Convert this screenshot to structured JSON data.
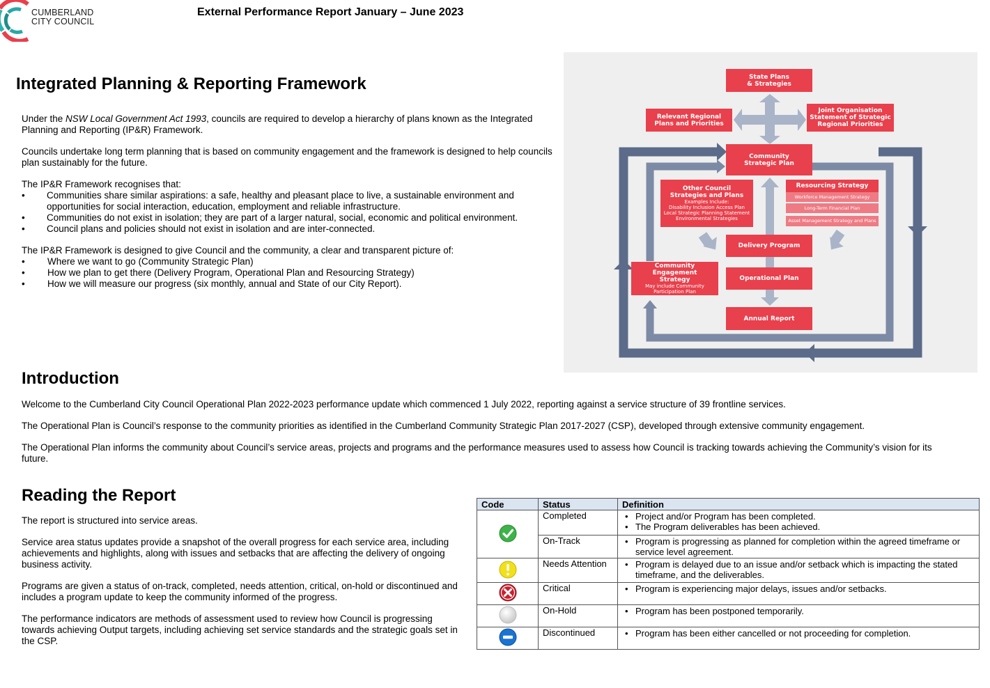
{
  "header": {
    "logo_line1": "CUMBERLAND",
    "logo_line2": "CITY COUNCIL",
    "report_title": "External Performance Report January – June 2023"
  },
  "framework": {
    "heading": "Integrated Planning & Reporting Framework",
    "p1_pre": "Under the ",
    "p1_italic": "NSW Local Government Act 1993",
    "p1_post": ", councils are required to develop a hierarchy of plans known as the Integrated Planning and Reporting (IP&R) Framework.",
    "p2": "Councils undertake long term planning that is based on community engagement and the framework is designed to help councils plan sustainably for the future.",
    "p3": "The IP&R Framework recognises that:",
    "recognises": [
      "Communities share similar aspirations: a safe, healthy and pleasant place to live, a sustainable environment and opportunities for social interaction, education, employment and reliable infrastructure.",
      "Communities do not exist in isolation; they are part of a larger natural, social, economic and political environment.",
      "Council plans and policies should not exist in isolation and are inter-connected."
    ],
    "p4": "The IP&R Framework is designed to give Council and the community, a clear and transparent  picture of:",
    "picture": [
      "Where we want to go (Community Strategic Plan)",
      "How we plan to get there (Delivery Program, Operational Plan and Resourcing Strategy)",
      "How we will measure our progress (six monthly, annual and State of our City Report)."
    ]
  },
  "diagram": {
    "colors": {
      "box": "#e8404c",
      "box_light": "#ee7b84",
      "arrow_dark": "#5b6b89",
      "arrow_light": "#a9b4c8",
      "bg": "#efefef"
    },
    "state_plans": "State Plans\n& Strategies",
    "regional_plans": "Relevant Regional\nPlans and Priorities",
    "joint_org": "Joint Organisation\nStatement of Strategic\nRegional Priorities",
    "csp": "Community\nStrategic Plan",
    "other_title": "Other Council\nStrategies and Plans",
    "other_sub": "Examples Include:\nDisability Inclusion Access Plan\nLocal Strategic Planning Statement\nEnvironmental Strategies",
    "resourcing_title": "Resourcing Strategy",
    "resourcing_items": [
      "Workforce Management Strategy",
      "Long-Term Financial Plan",
      "Asset Management Strategy and Plans"
    ],
    "delivery": "Delivery Program",
    "ces_title": "Community Engagement\nStrategy",
    "ces_sub": "May include Community\nParticipation Plan",
    "operational": "Operational Plan",
    "annual": "Annual Report"
  },
  "introduction": {
    "heading": "Introduction",
    "p1": "Welcome to the Cumberland City Council Operational Plan 2022-2023 performance update which commenced 1 July 2022, reporting against a service structure of 39 frontline services.",
    "p2": "The Operational Plan is Council’s response to the community priorities as identified in the Cumberland Community Strategic Plan 2017-2027 (CSP), developed through extensive community engagement.",
    "p3": "The Operational Plan informs the community about Council’s service areas, projects and programs and the performance measures used to assess how Council is tracking towards achieving the Community’s vision for its future."
  },
  "reading": {
    "heading": "Reading the Report",
    "p1": "The report is structured into service areas.",
    "p2": "Service area status updates provide a snapshot of the overall progress for each service area, including achievements and highlights, along with issues and setbacks that are affecting the delivery of ongoing business activity.",
    "p3": "Programs are given a status of on-track, completed, needs attention, critical, on-hold or discontinued and includes a program update to keep the community informed of the progress.",
    "p4": "The performance indicators are methods of assessment used to review how Council is progressing towards achieving Output targets, including achieving set service standards and the strategic goals set in the CSP."
  },
  "status_table": {
    "headers": [
      "Code",
      "Status",
      "Definition"
    ],
    "rows": [
      {
        "status": "Completed",
        "icon": "green-check-icon",
        "defs": [
          "Project and/or Program has been completed.",
          "The Program deliverables has been achieved."
        ]
      },
      {
        "status": "On-Track",
        "icon": "green-check-icon",
        "defs": [
          "Program is progressing as planned for completion within the agreed timeframe or service level agreement."
        ]
      },
      {
        "status": "Needs Attention",
        "icon": "yellow-exclamation-icon",
        "defs": [
          "Program is delayed due to an issue and/or setback which is impacting the stated timeframe, and the deliverables."
        ]
      },
      {
        "status": "Critical",
        "icon": "red-cross-icon",
        "defs": [
          "Program is experiencing major delays, issues and/or setbacks."
        ]
      },
      {
        "status": "On-Hold",
        "icon": "grey-circle-icon",
        "defs": [
          "Program has been postponed temporarily."
        ]
      },
      {
        "status": "Discontinued",
        "icon": "blue-minus-icon",
        "defs": [
          "Program has been either cancelled or not proceeding for completion."
        ]
      }
    ]
  }
}
